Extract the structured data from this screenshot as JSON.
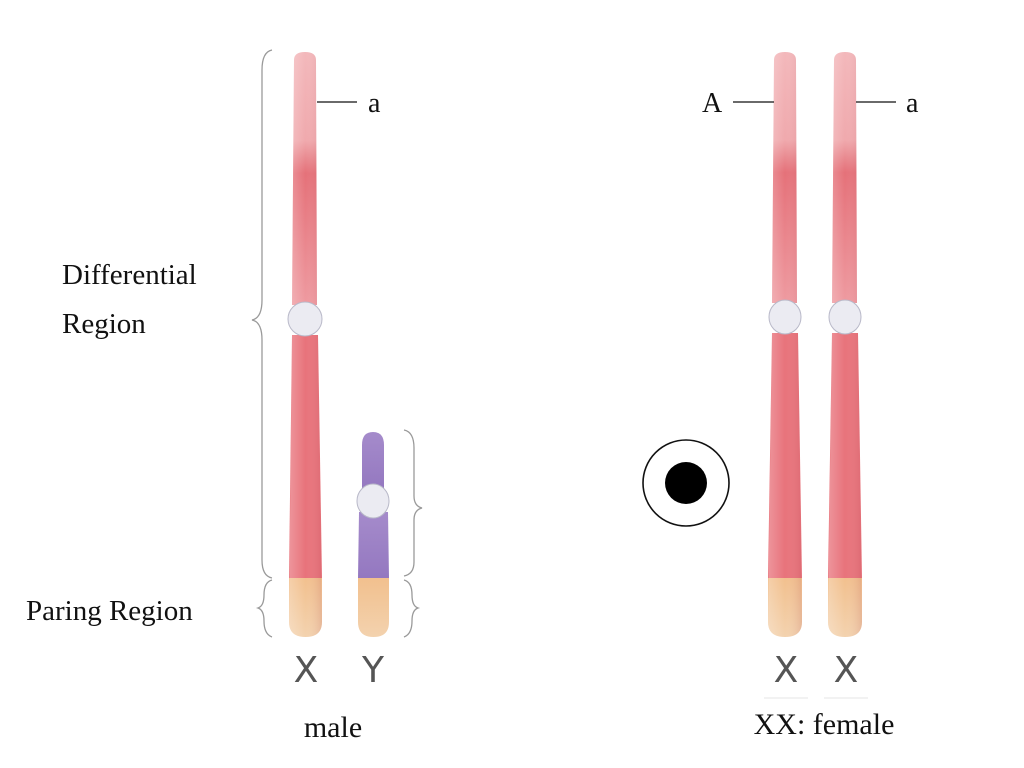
{
  "labels": {
    "differential_line1": "Differential",
    "differential_line2": "Region",
    "pairing_region": "Paring Region",
    "male_caption": "male",
    "female_caption": "XX: female"
  },
  "chromosomes": {
    "male_x_letter": "X",
    "male_y_letter": "Y",
    "female_x1_letter": "X",
    "female_x2_letter": "X"
  },
  "alleles": {
    "male_x": "a",
    "female_x1": "A",
    "female_x2": "a"
  },
  "colors": {
    "x_arm_pink": "#f2b3b6",
    "x_arm_red": "#e8737b",
    "y_purple": "#9f86c8",
    "pairing_tan": "#f1c597",
    "centromere": "#ebebf2",
    "brace": "#9a9a9a"
  },
  "icons": {
    "symbol": "circle-dot-icon"
  }
}
